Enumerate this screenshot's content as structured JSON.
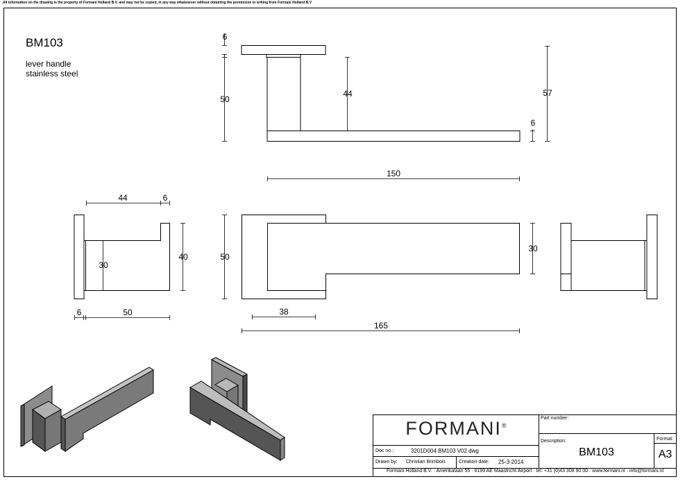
{
  "disclaimer": "All information on the drawing is the property of Formani Holland B.V. and may not be copied, in any way whatsoever without obtaining the permission in writing from Formani Holland B.V",
  "title": "BM103",
  "subtitle": [
    "lever handle",
    "stainless steel"
  ],
  "dimensions": {
    "top_rose_thickness": "6",
    "top_total_height": "50",
    "top_neck_height": "44",
    "top_overall_height": "57",
    "top_lever_thickness": "6",
    "top_lever_length": "150",
    "side_neck_depth": "44",
    "side_tip_depth": "6",
    "side_neck_height": "30",
    "side_tip_height": "40",
    "side_rose_thickness": "6",
    "side_total_length": "50",
    "front_rose_height": "50",
    "front_lever_height": "30",
    "front_rose_width": "38",
    "front_total_length": "165"
  },
  "title_block": {
    "logo": "FORMANI",
    "logo_mark": "®",
    "part_number_label": "Part number:",
    "description_label": "Description:",
    "description_value": "BM103",
    "format_label": "Format:",
    "format_value": "A3",
    "doc_label": "Doc no.:",
    "doc_value": "3201D004 BM103 V02.dwg",
    "drawn_label": "Drawn by:",
    "drawn_value": "Christian Brimbois",
    "creation_label": "Creation date:",
    "creation_value": "25-3-2014",
    "footer": "Formani Holland B.V. · Amerikalaan 55 · 6199 AE Maastricht Airport · tel: +31 (0)43 308 90 00 · www.formani.nl · info@formani.nl"
  }
}
